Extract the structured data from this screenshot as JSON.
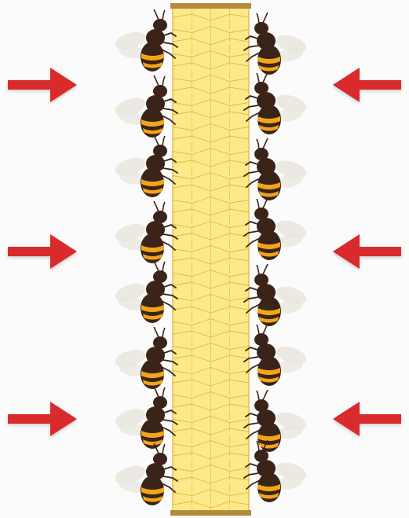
{
  "diagram": {
    "subject": "honeycomb-wall-with-bees-both-sides",
    "colors": {
      "background": "#fbfbfb",
      "honeycomb_fill": "#fde98a",
      "honeycomb_stroke": "#d9b43a",
      "frame_bar": "#b48a3e",
      "bee_body_dark": "#3a2419",
      "bee_stripe": "#f2a51a",
      "bee_wing": "#e9e7df",
      "arrow": "#d92b2b"
    },
    "arrows": [
      {
        "side": "left",
        "direction": "right"
      },
      {
        "side": "left",
        "direction": "right"
      },
      {
        "side": "left",
        "direction": "right"
      },
      {
        "side": "right",
        "direction": "left"
      },
      {
        "side": "right",
        "direction": "left"
      },
      {
        "side": "right",
        "direction": "left"
      }
    ],
    "bee_columns": [
      {
        "side": "left",
        "facing": "right"
      },
      {
        "side": "right",
        "facing": "left"
      }
    ]
  }
}
